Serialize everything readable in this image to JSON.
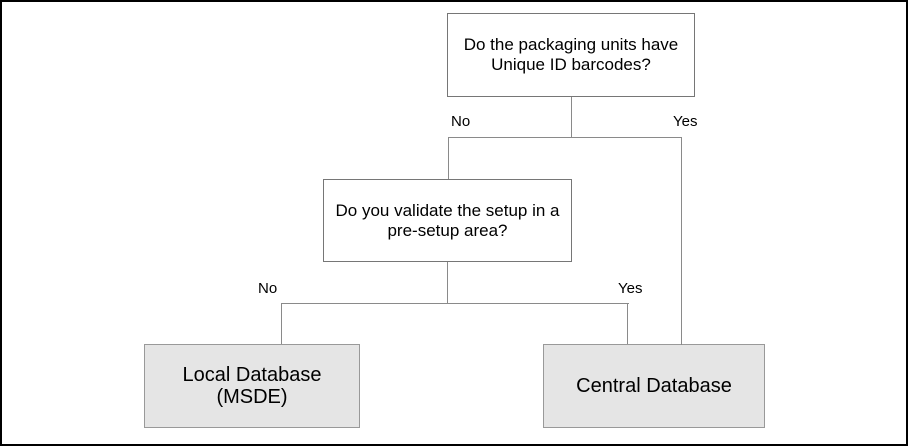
{
  "flowchart": {
    "type": "decision-tree",
    "nodes": [
      {
        "id": "barcode-question",
        "kind": "decision",
        "text": "Do the packaging units have\nUnique ID barcodes?"
      },
      {
        "id": "validate-question",
        "kind": "decision",
        "text": "Do you validate the setup in a\npre-setup area?"
      },
      {
        "id": "local-database",
        "kind": "outcome",
        "text": "Local Database\n(MSDE)"
      },
      {
        "id": "central-database",
        "kind": "outcome",
        "text": "Central Database"
      }
    ],
    "branch_labels": {
      "barcode_no": "No",
      "barcode_yes": "Yes",
      "validate_no": "No",
      "validate_yes": "Yes"
    },
    "edges": [
      {
        "from": "barcode-question",
        "label": "No",
        "to": "validate-question"
      },
      {
        "from": "barcode-question",
        "label": "Yes",
        "to": "central-database"
      },
      {
        "from": "validate-question",
        "label": "No",
        "to": "local-database"
      },
      {
        "from": "validate-question",
        "label": "Yes",
        "to": "central-database"
      }
    ],
    "colors": {
      "background": "#ffffff",
      "frame_border": "#000000",
      "decision_fill": "#ffffff",
      "decision_border": "#767676",
      "outcome_fill": "#e5e5e5",
      "outcome_border": "#999999",
      "connector": "#8a8a8a",
      "text": "#000000"
    }
  }
}
